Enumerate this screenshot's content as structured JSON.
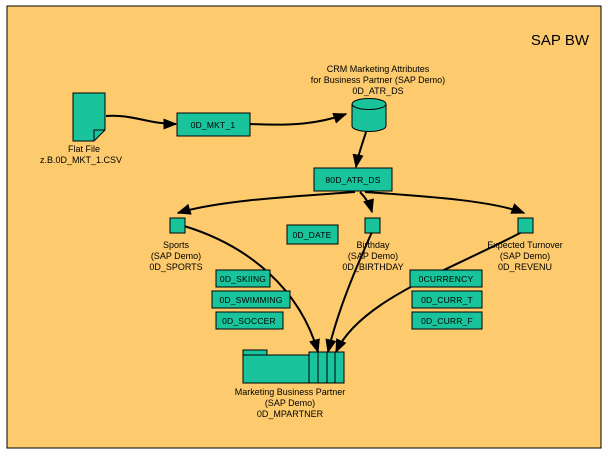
{
  "colors": {
    "background": "#ffffff",
    "canvas": "#fdcb6e",
    "node_fill": "#19c39b",
    "node_stroke": "#000000",
    "edge": "#000000"
  },
  "header": {
    "title": "SAP BW"
  },
  "nodes": {
    "flat_file": {
      "line1": "Flat File",
      "line2": "z.B.0D_MKT_1.CSV"
    },
    "mkt_box": {
      "label": "0D_MKT_1"
    },
    "datasource": {
      "line1": "CRM Marketing Attributes",
      "line2": "for Business Partner (SAP Demo)",
      "line3": "0D_ATR_DS"
    },
    "infosource": {
      "label": "80D_ATR_DS"
    },
    "sports": {
      "line1": "Sports",
      "line2": "(SAP Demo)",
      "line3": "0D_SPORTS"
    },
    "date_box": {
      "label": "0D_DATE"
    },
    "birthday": {
      "line1": "Birthday",
      "line2": "(SAP Demo)",
      "line3": "0D_BIRTHDAY"
    },
    "turnover": {
      "line1": "Expected Turnover",
      "line2": "(SAP Demo)",
      "line3": "0D_REVENU"
    },
    "attributes_left": [
      "0D_SKIING",
      "0D_SWIMMING",
      "0D_SOCCER"
    ],
    "attributes_right": [
      "0CURRENCY",
      "0D_CURR_T",
      "0D_CURR_F"
    ],
    "partner": {
      "line1": "Marketing Business Partner",
      "line2": "(SAP Demo)",
      "line3": "0D_MPARTNER"
    }
  }
}
